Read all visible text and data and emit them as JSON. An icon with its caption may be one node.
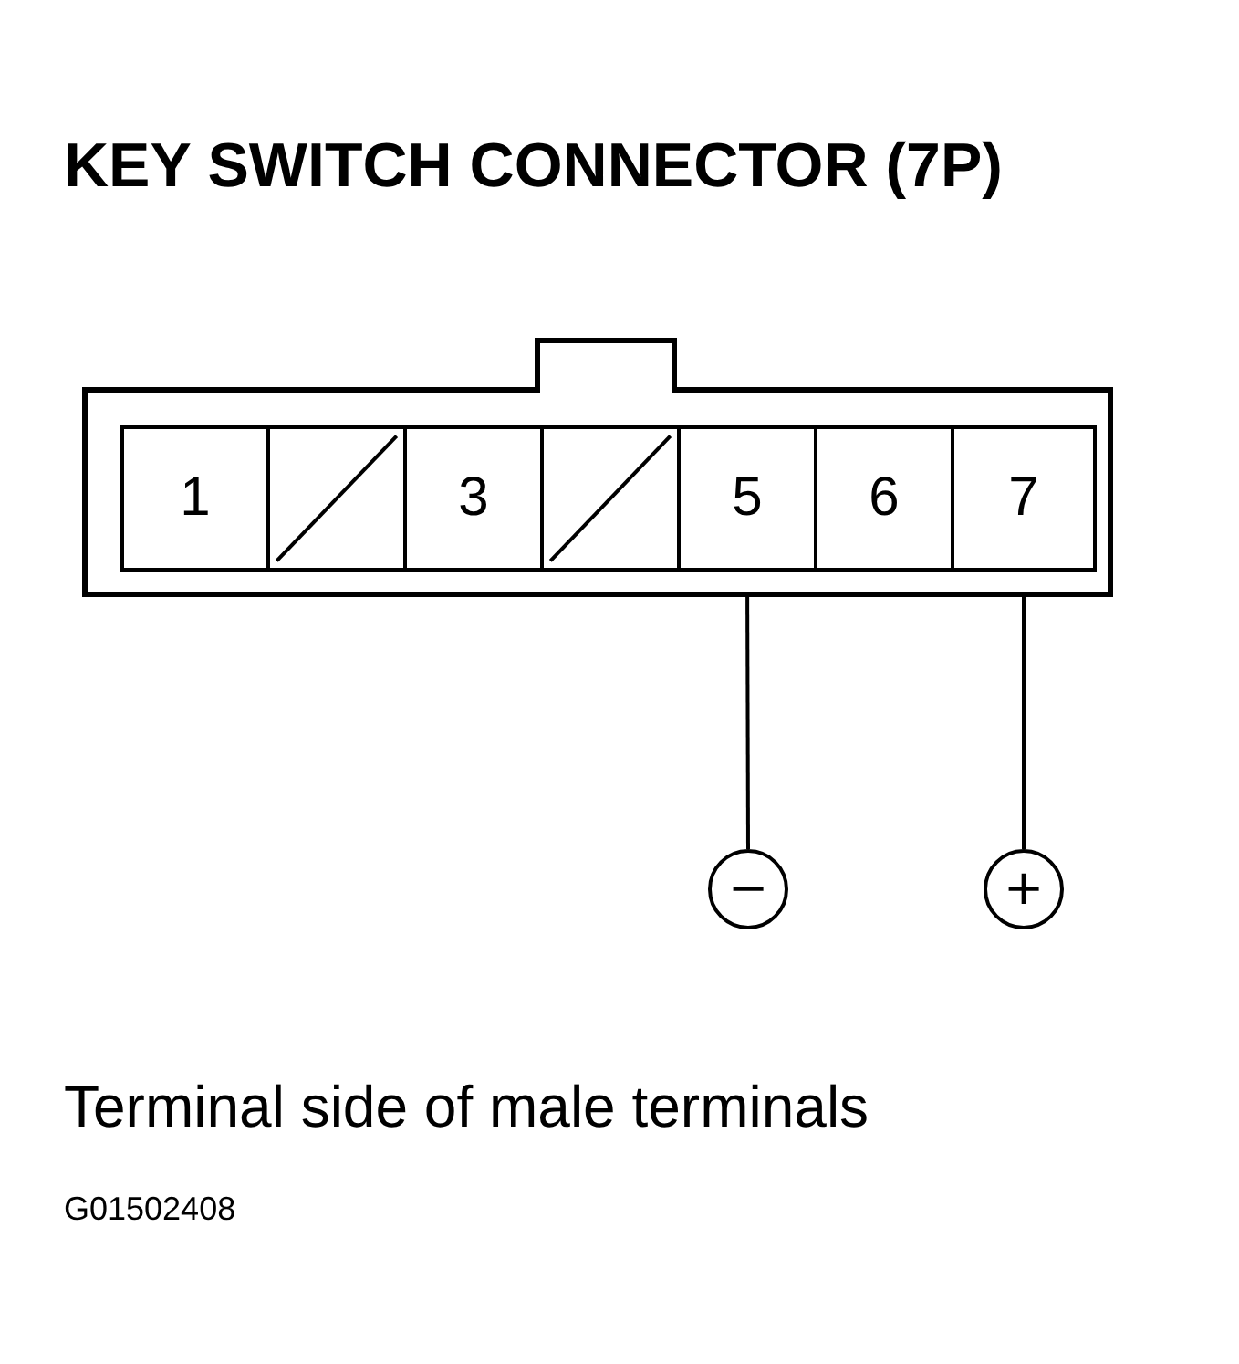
{
  "diagram": {
    "title": "KEY SWITCH CONNECTOR (7P)",
    "nodes": [
      {
        "text": [],
        "shape": "box"
      },
      {
        "text": [
          "1"
        ],
        "in": 0
      },
      {
        "text": [],
        "shape": "box",
        "in": 0
      },
      {
        "text": [
          "3"
        ],
        "in": 0
      },
      {
        "text": [],
        "shape": "box",
        "in": 0
      },
      {
        "text": [
          "5"
        ],
        "in": 0
      },
      {
        "text": [
          "6"
        ],
        "in": 0
      },
      {
        "text": [
          "7"
        ],
        "in": 0
      },
      {
        "text": [
          "−"
        ]
      },
      {
        "text": [
          "+"
        ]
      },
      {
        "text": [],
        "shape": "box"
      }
    ],
    "edges": [
      {
        "from": 5,
        "to": 8,
        "arrow": "none"
      },
      {
        "from": 7,
        "to": 9,
        "arrow": "none"
      }
    ],
    "labels": [
      "Terminal side of male terminals",
      "G01502408"
    ]
  }
}
